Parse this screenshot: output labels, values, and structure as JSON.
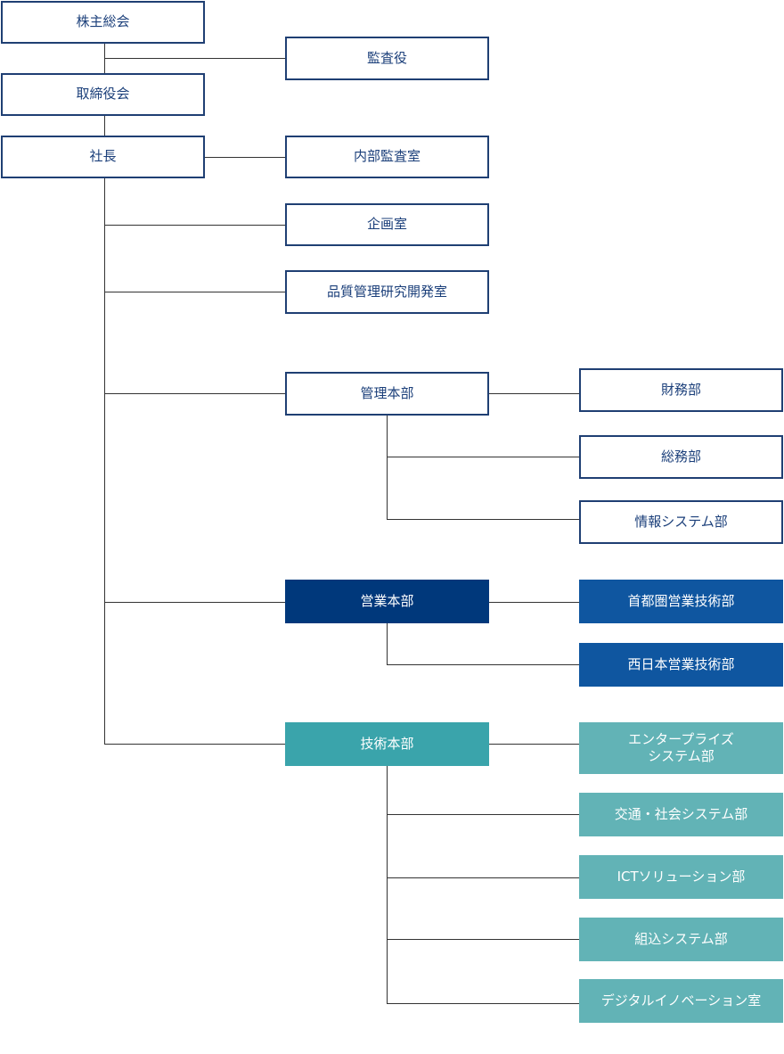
{
  "colors": {
    "outline_navy": "#1f3f73",
    "text_navy": "#1b3f7a",
    "sales_hq": "#00387b",
    "sales_dept": "#0f56a0",
    "tech_hq": "#3aa4ab",
    "tech_dept": "#62b3b6",
    "connector": "#333333"
  },
  "top": {
    "shareholders": "株主総会",
    "auditor": "監査役",
    "board": "取締役会",
    "president": "社長",
    "internal_audit": "内部監査室"
  },
  "staff": {
    "planning": "企画室",
    "quality": "品質管理研究開発室"
  },
  "admin": {
    "hq": "管理本部",
    "depts": [
      "財務部",
      "総務部",
      "情報システム部"
    ]
  },
  "sales": {
    "hq": "営業本部",
    "depts": [
      "首都圏営業技術部",
      "西日本営業技術部"
    ]
  },
  "tech": {
    "hq": "技術本部",
    "depts": [
      "エンタープライズ\nシステム部",
      "交通・社会システム部",
      "ICTソリューション部",
      "組込システム部",
      "デジタルイノベーション室"
    ]
  }
}
